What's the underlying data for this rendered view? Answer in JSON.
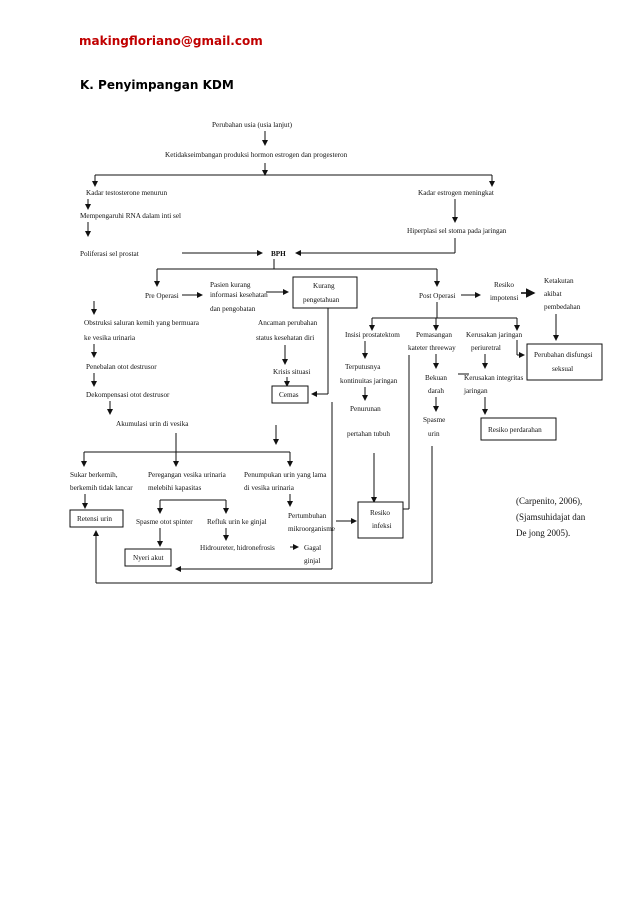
{
  "header": {
    "email": "makingfloriano@gmail.com",
    "section_title": "K.   Penyimpangan KDM"
  },
  "diagram": {
    "n1": "Perubahan usia (usia lanjut)",
    "n2": "Ketidakseimbangan produksi hormon estrogen dan progesteron",
    "n3": "Kadar testosterone menurun",
    "n4": "Mempengaruhi RNA dalam inti sel",
    "n5": "Poliferasi sel  prostat",
    "n6": "Kadar estrogen meningkat",
    "n7": "Hiperplasi sel stoma pada jaringan",
    "bph": "BPH",
    "pre_op": "Pre Operasi",
    "pasien_1": "Pasien kurang",
    "pasien_2": "informasi kesehatan",
    "pasien_3": "dan pengobatan",
    "kurang_1": "Kurang",
    "kurang_2": "pengetahuan",
    "post_op": "Post Operasi",
    "resiko_imp_1": "Resiko",
    "resiko_imp_2": "impotensi",
    "ketakutan_1": "Ketakutan",
    "ketakutan_2": "akibat",
    "ketakutan_3": "pembedahan",
    "disfungsi_1": "Perubahan disfungsi",
    "disfungsi_2": "seksual",
    "obstruksi_1": "Obstruksi saluran kemih yang bermuara",
    "obstruksi_2": "ke vesika urinaria",
    "ancaman_1": "Ancaman perubahan",
    "ancaman_2": "status kesehatan diri",
    "insisi": "Insisi prostatektom",
    "pemasangan_1": "Pemasangan",
    "pemasangan_2": "kateter threeway",
    "kerusakan_p_1": "Kerusakan jaringan",
    "kerusakan_p_2": "periuretral",
    "penebalan": "Penebalan otot destrusor",
    "krisis": "Krisis situasi",
    "terputusnya_1": "Terputusnya",
    "terputusnya_2": "kontinuitas jaringan",
    "bekuan_1": "Bekuan",
    "bekuan_2": "darah",
    "kerusakan_i_1": "Kerusakan integritas",
    "kerusakan_i_2": "jaringan",
    "cemas": "Cemas",
    "dekompensasi": "Dekompensasi otot destrusor",
    "penurunan_1": "Penurunan",
    "penurunan_2": "pertahan tubuh",
    "spasme_1": "Spasme",
    "spasme_2": "urin",
    "resiko_perd": "Resiko perdarahan",
    "akumulasi": "Akumulasi urin di vesika",
    "sukar_1": "Sukar berkemih,",
    "sukar_2": "berkemih tidak lancar",
    "peregangan_1": "Peregangan vesika urinaria",
    "peregangan_2": "melebihi kapasitas",
    "penumpukan_1": "Penumpukan urin yang lama",
    "penumpukan_2": "di vesika urinaria",
    "retensi": "Retensi urin",
    "spasme_otot": "Spasme otot spinter",
    "refluk": "Refluk urin ke ginjal",
    "pertumbuhan_1": "Pertumbuhan",
    "pertumbuhan_2": "mikroorganisme",
    "infeksi_1": "Resiko",
    "infeksi_2": "infeksi",
    "hidro": "Hidroureter, hidronefrosis",
    "gagal_1": "Gagal",
    "gagal_2": "ginjal",
    "nyeri": "Nyeri akut",
    "cit_1": "(Carpenito, 2006),",
    "cit_2": "(Sjamsuhidajat dan",
    "cit_3": "De jong  2005)."
  }
}
